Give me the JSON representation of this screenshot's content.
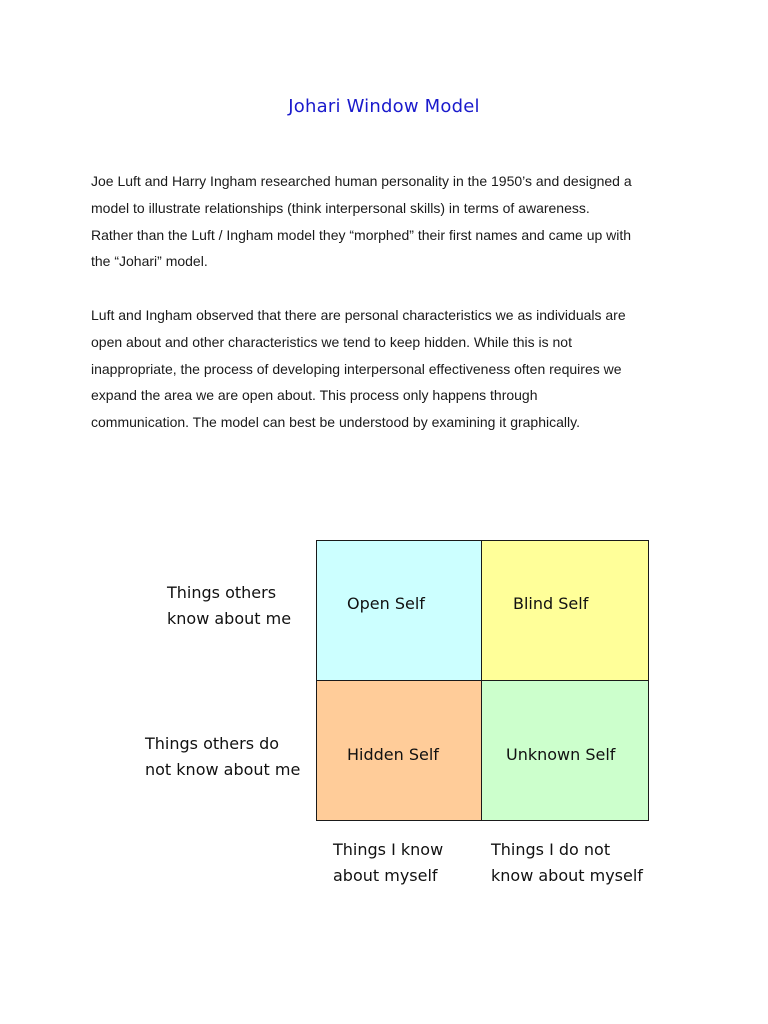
{
  "title": "Johari Window Model",
  "paragraphs": [
    {
      "lines": [
        "Joe Luft and Harry Ingham researched human personality in the 1950’s and designed a",
        "model to illustrate relationships (think interpersonal skills) in terms of awareness.",
        "Rather than the Luft / Ingham model they “morphed” their first names and came up with",
        "the “Johari” model."
      ]
    },
    {
      "lines": [
        "Luft and Ingham observed that there are personal characteristics we as individuals are",
        "open about and other characteristics we tend to keep hidden.  While this is not",
        "inappropriate, the process of developing interpersonal effectiveness often requires we",
        "expand the area we are open about.  This process only happens through",
        "communication.  The model can best be understood by examining it graphically."
      ]
    }
  ],
  "diagram": {
    "quadrants": {
      "open": {
        "label": "Open Self",
        "color": "#ccffff"
      },
      "blind": {
        "label": "Blind Self",
        "color": "#ffff99"
      },
      "hidden": {
        "label": "Hidden Self",
        "color": "#ffcc99"
      },
      "unknown": {
        "label": "Unknown Self",
        "color": "#ccffcc"
      }
    },
    "row_labels": [
      {
        "lines": [
          "Things others",
          "know about me"
        ]
      },
      {
        "lines": [
          "Things others do",
          "not know about me"
        ]
      }
    ],
    "column_labels": [
      {
        "lines": [
          "Things I know",
          "about myself"
        ]
      },
      {
        "lines": [
          "Things I do not",
          "know about myself"
        ]
      }
    ]
  }
}
